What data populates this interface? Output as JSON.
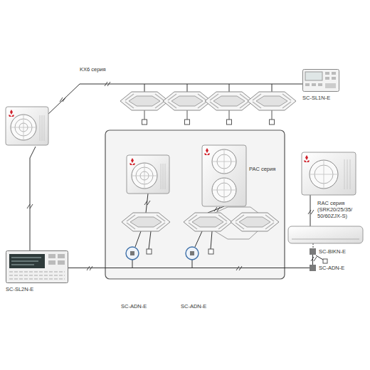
{
  "diagram": {
    "nodes": [
      {
        "text": [
          "SC-SL1N-E"
        ]
      },
      {
        "text": [
          "SC-SL2N-E"
        ]
      },
      {
        "text": [
          "SC-BIKN-E"
        ]
      },
      {
        "text": [
          "SC-ADN-E"
        ]
      }
    ],
    "edges": [
      {
        "from": 1,
        "to": 3,
        "arrow": "none"
      },
      {
        "from": 3,
        "to": 2,
        "arrow": "none"
      }
    ],
    "labels": [
      "KX6 серия",
      "PAC серия",
      "RAC серия",
      "(SRK20/25/35/ 50/60ZJX-S)",
      "SC-ADN-E",
      "SC-ADN-E"
    ]
  }
}
